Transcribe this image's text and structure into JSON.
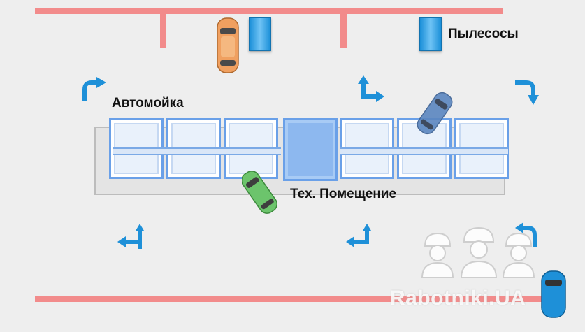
{
  "labels": {
    "vacuums": "Пылесосы",
    "carwash": "Автомойка",
    "tech_room": "Тех. Помещение"
  },
  "watermark": {
    "text": "Rabotniki.UA"
  },
  "icons": [
    "turn-arrow-icon",
    "vacuum-cleaner-icon",
    "car-icon",
    "workers-logo-icon"
  ],
  "colors": {
    "wall": "#f28b8b",
    "arrow": "#1e90d8",
    "car_orange": "#f0a060",
    "car_green": "#6cc46c",
    "car_blue": "#5b86c0",
    "car_blue_bright": "#1e90d8"
  }
}
